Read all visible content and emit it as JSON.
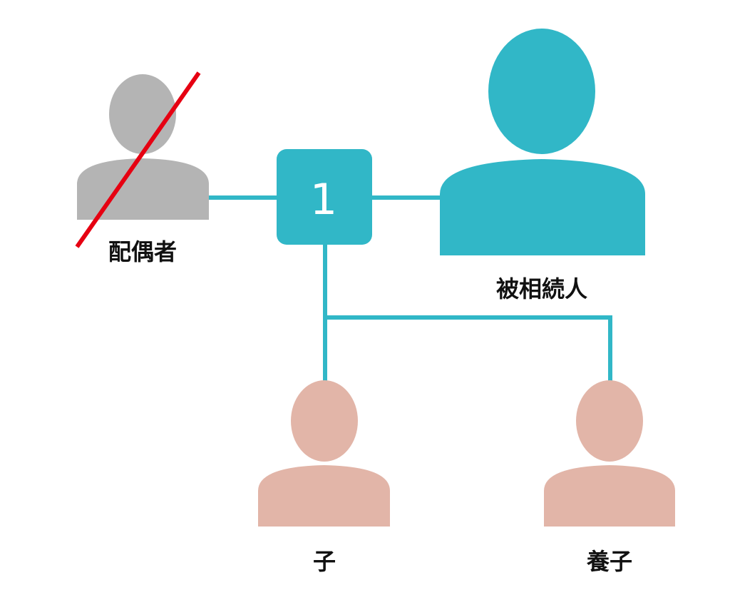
{
  "colors": {
    "teal": "#31B7C7",
    "gray": "#B4B4B4",
    "pink": "#E2B5A8",
    "cross": "#E60012",
    "text": "#111111"
  },
  "nodes": {
    "spouse": {
      "label": "配偶者",
      "status": "deceased-crossed"
    },
    "decedent": {
      "label": "被相続人"
    },
    "child": {
      "label": "子"
    },
    "adopted_child": {
      "label": "養子"
    }
  },
  "order_box": {
    "value": "1"
  }
}
